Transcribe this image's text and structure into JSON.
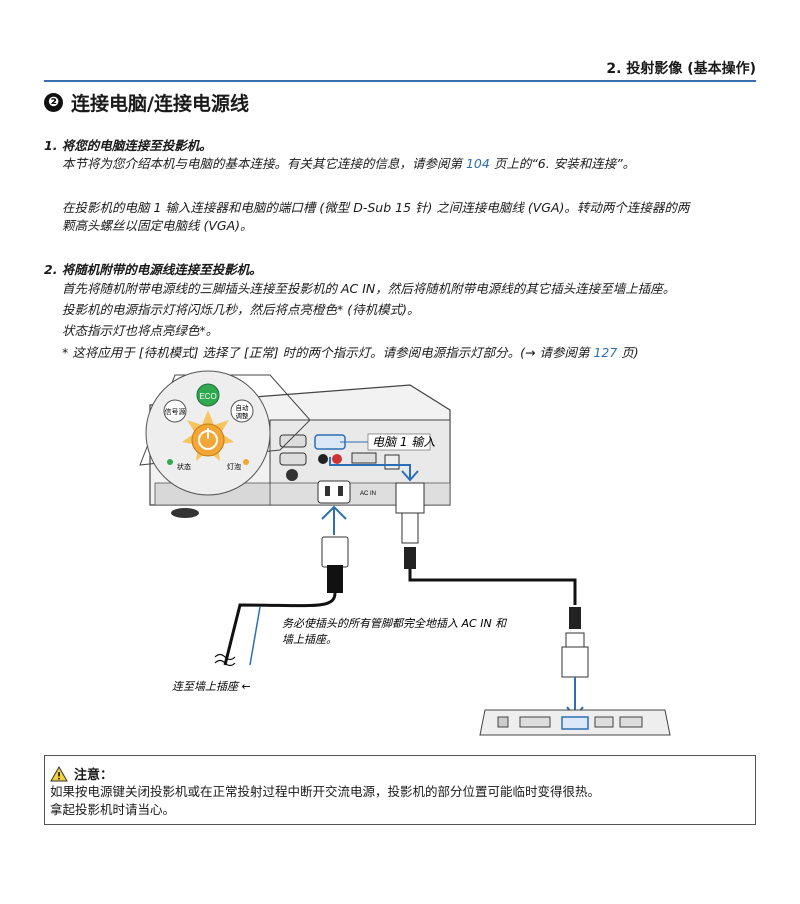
{
  "header": {
    "chapter": "2. 投射影像 (基本操作)"
  },
  "section": {
    "number": "❷",
    "title": "连接电脑/连接电源线"
  },
  "step1": {
    "title": "1. 将您的电脑连接至投影机。",
    "line1_pre": "本节将为您介绍本机与电脑的基本连接。有关其它连接的信息，请参阅第 ",
    "line1_page": "104",
    "line1_post": " 页上的“6. 安装和连接”。",
    "line2": "在投影机的电脑 1 输入连接器和电脑的端口槽 (微型 D-Sub 15 针) 之间连接电脑线 (VGA)。转动两个连接器的两",
    "line3": "颗高头螺丝以固定电脑线 (VGA)。"
  },
  "step2": {
    "title": "2. 将随机附带的电源线连接至投影机。",
    "line1": "首先将随机附带电源线的三脚插头连接至投影机的 AC IN，然后将随机附带电源线的其它插头连接至墙上插座。",
    "line2": "投影机的电源指示灯将闪烁几秒，然后将点亮橙色* (待机模式)。",
    "line3": "状态指示灯也将点亮绿色*。",
    "note_pre": "* 这将应用于 [待机模式] 选择了 [正常] 时的两个指示灯。请参阅电源指示灯部分。(→ 请参阅第 ",
    "note_page": "127",
    "note_post": " 页)"
  },
  "figure": {
    "btn_source": "信号源",
    "btn_eco": "ECO",
    "btn_auto": "自动\n调整",
    "label_status": "状态",
    "label_lamp": "灯泡",
    "label_computer_in": "电脑 1 输入",
    "label_plug_note_1": "务必使插头的所有管脚都完全地插入 AC IN 和",
    "label_plug_note_2": "墙上插座。",
    "label_wall": "连至墙上插座 ←",
    "label_acin": "AC IN"
  },
  "caution": {
    "title": "注意：",
    "line1": "如果按电源键关闭投影机或在正常投射过程中断开交流电源，投影机的部分位置可能临时变得很热。",
    "line2": "拿起投影机时请当心。"
  },
  "colors": {
    "accent": "#2c6fb6",
    "eco": "#2fa84f",
    "power_glow": "#f3a535"
  }
}
